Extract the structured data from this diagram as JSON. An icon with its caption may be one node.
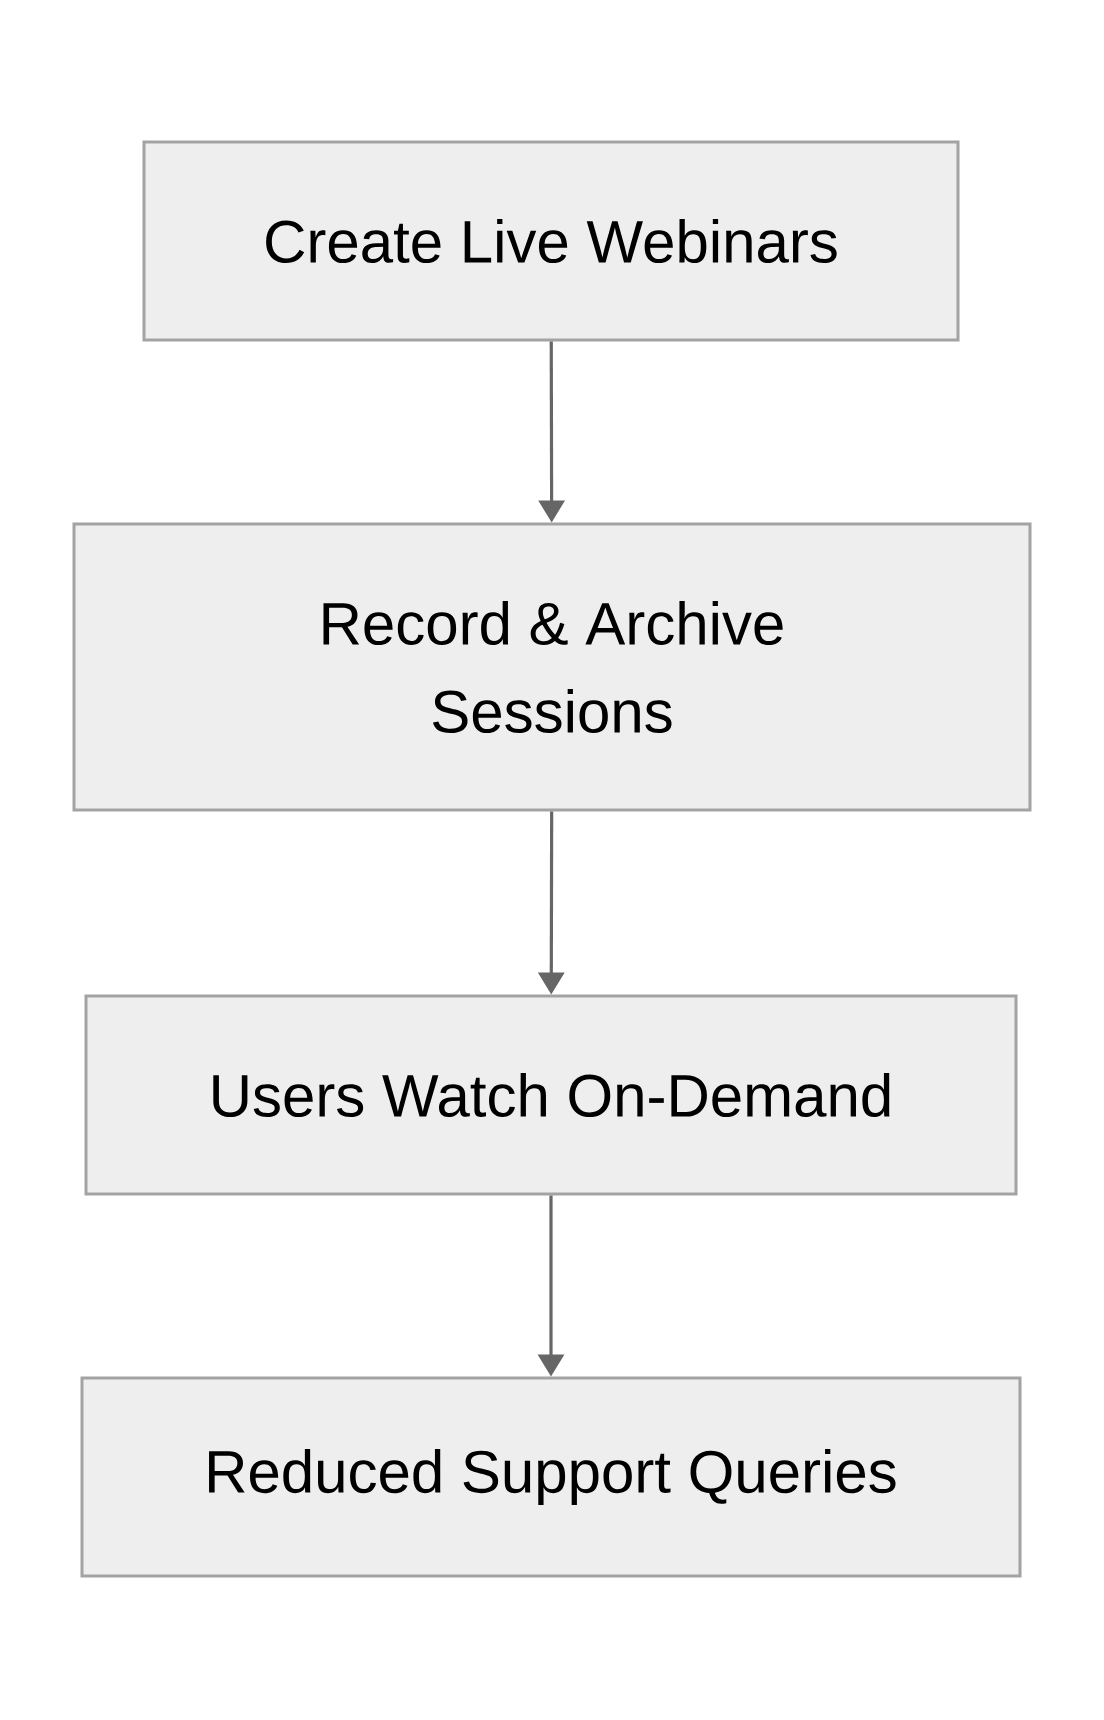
{
  "diagram": {
    "nodes": [
      {
        "text": [
          "Create Live Webinars"
        ]
      },
      {
        "text": [
          "Record & Archive Sessions"
        ]
      },
      {
        "text": [
          "Users Watch On-Demand"
        ]
      },
      {
        "text": [
          "Reduced Support Queries"
        ]
      }
    ],
    "edges": [
      {
        "from": 0,
        "to": 1,
        "arrow": "to"
      },
      {
        "from": 1,
        "to": 2,
        "arrow": "to"
      },
      {
        "from": 2,
        "to": 3,
        "arrow": "to"
      }
    ]
  }
}
